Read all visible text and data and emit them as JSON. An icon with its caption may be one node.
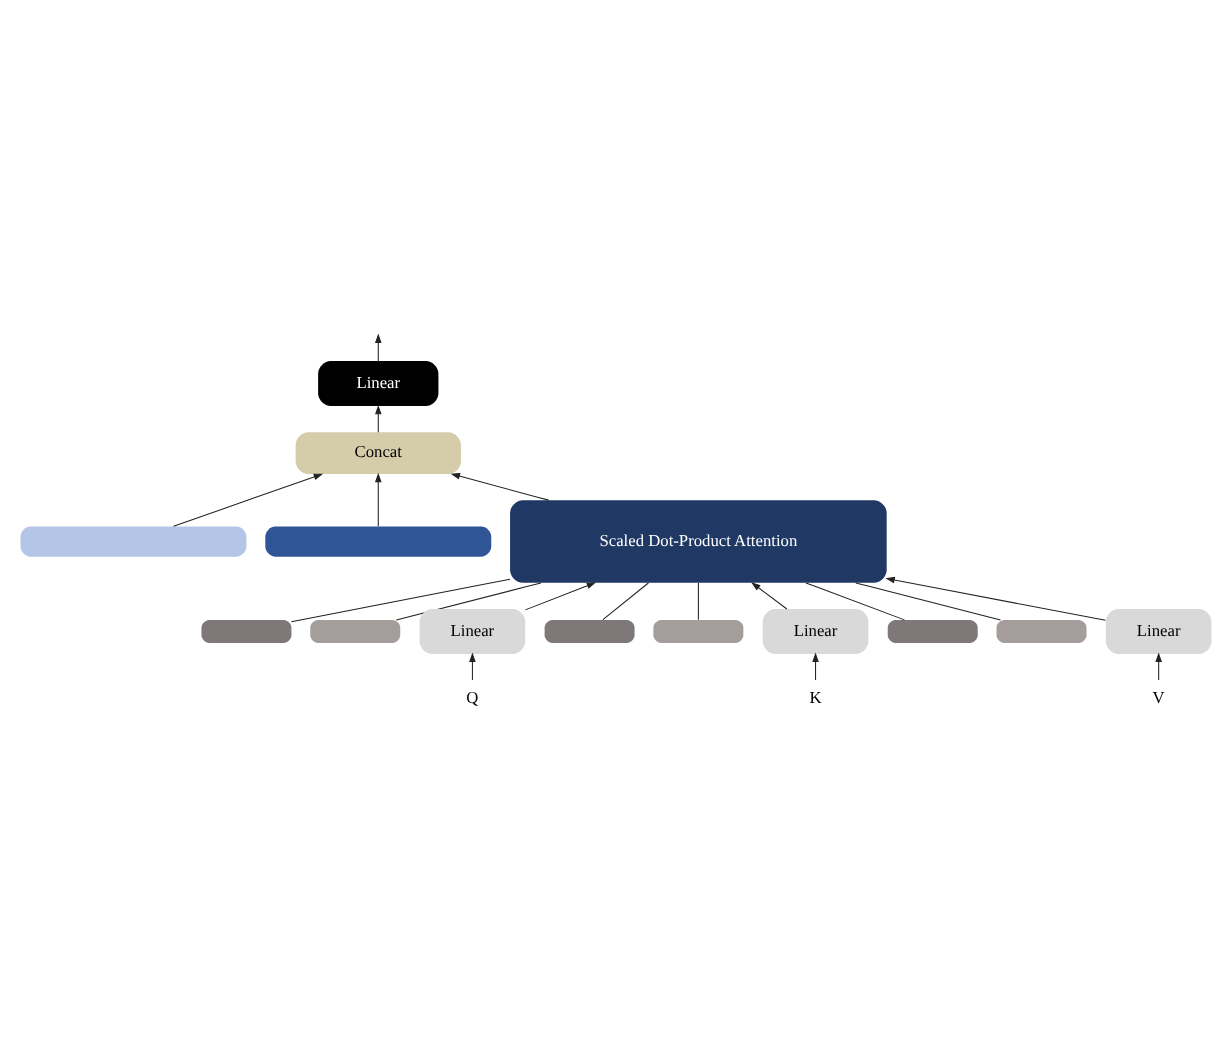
{
  "diagram": {
    "nodes": [
      {
        "text": [
          "Linear"
        ]
      },
      {
        "text": [
          "Concat"
        ]
      },
      {
        "text": [],
        "shape": "box"
      },
      {
        "text": [],
        "shape": "box"
      },
      {
        "text": [
          "Scaled Dot-Product Attention"
        ]
      },
      {
        "text": [],
        "shape": "box"
      },
      {
        "text": [],
        "shape": "box"
      },
      {
        "text": [
          "Linear"
        ]
      },
      {
        "text": [],
        "shape": "box"
      },
      {
        "text": [],
        "shape": "box"
      },
      {
        "text": [
          "Linear"
        ]
      },
      {
        "text": [],
        "shape": "box"
      },
      {
        "text": [],
        "shape": "box"
      },
      {
        "text": [
          "Linear"
        ]
      },
      {
        "text": [
          "Q"
        ]
      },
      {
        "text": [
          "K"
        ]
      },
      {
        "text": [
          "V"
        ]
      }
    ],
    "edges": [
      {
        "from": 0,
        "to": null,
        "arrow": "to"
      },
      {
        "from": 1,
        "to": 0,
        "arrow": "to"
      },
      {
        "from": 4,
        "to": 1,
        "arrow": "to"
      },
      {
        "from": 3,
        "to": 1,
        "arrow": "to"
      },
      {
        "from": 2,
        "to": 1,
        "arrow": "to"
      },
      {
        "from": 7,
        "to": 4,
        "arrow": "to"
      },
      {
        "from": 6,
        "to": 4,
        "arrow": "none"
      },
      {
        "from": 5,
        "to": 4,
        "arrow": "none"
      },
      {
        "from": 10,
        "to": 4,
        "arrow": "to"
      },
      {
        "from": 9,
        "to": 4,
        "arrow": "none"
      },
      {
        "from": 8,
        "to": 4,
        "arrow": "none"
      },
      {
        "from": 13,
        "to": 4,
        "arrow": "to"
      },
      {
        "from": 12,
        "to": 4,
        "arrow": "none"
      },
      {
        "from": 11,
        "to": 4,
        "arrow": "none"
      },
      {
        "from": 14,
        "to": 7,
        "arrow": "to"
      },
      {
        "from": 15,
        "to": 10,
        "arrow": "to"
      },
      {
        "from": 16,
        "to": 13,
        "arrow": "to"
      }
    ]
  }
}
